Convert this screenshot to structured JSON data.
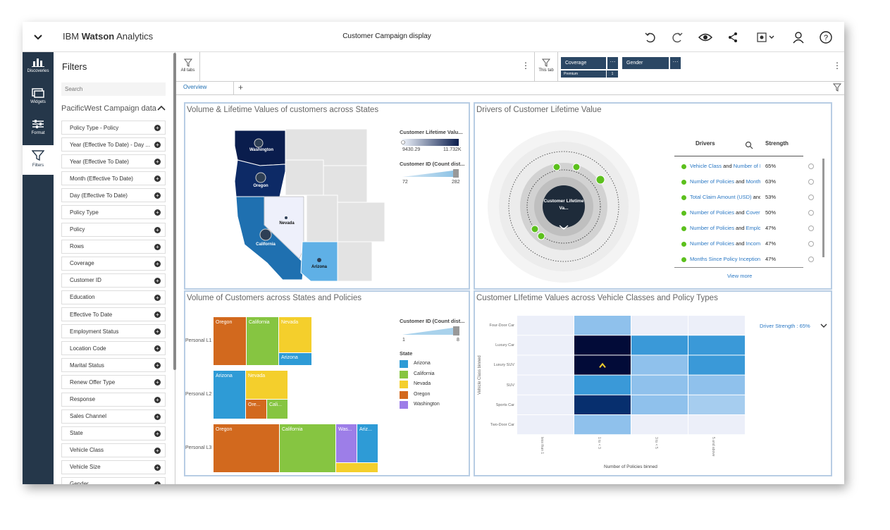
{
  "app": {
    "brand_prefix": "IBM",
    "brand_name": "Watson",
    "brand_suffix": "Analytics",
    "title": "Customer Campaign display"
  },
  "nav": {
    "items": [
      {
        "label": "Discoveries",
        "icon": "bar-chart-icon"
      },
      {
        "label": "Widgets",
        "icon": "widgets-icon"
      },
      {
        "label": "Format",
        "icon": "sliders-icon"
      },
      {
        "label": "Filters",
        "icon": "filter-icon"
      }
    ]
  },
  "filters": {
    "title": "Filters",
    "search_placeholder": "Search",
    "data_source": "PacificWest Campaign data",
    "fields": [
      "Policy Type - Policy",
      "Year (Effective To Date) - Day ...",
      "Year (Effective To Date)",
      "Month (Effective To Date)",
      "Day (Effective To Date)",
      "Policy Type",
      "Policy",
      "Rows",
      "Coverage",
      "Customer ID",
      "Education",
      "Effective To Date",
      "Employment Status",
      "Location Code",
      "Marital Status",
      "Renew Offer Type",
      "Response",
      "Sales Channel",
      "State",
      "Vehicle Class",
      "Vehicle Size",
      "Gender"
    ]
  },
  "filter_bar": {
    "all_tabs": "All tabs",
    "this_tab": "This tab",
    "chip_coverage": "Coverage",
    "chip_coverage_value": "Premium",
    "chip_coverage_count": "1",
    "chip_gender": "Gender",
    "more": "···"
  },
  "tabs": {
    "overview": "Overview",
    "add": "+"
  },
  "colors": {
    "nav_bg": "#25374a",
    "chip_bg": "#2b4764",
    "panel_border": "#b8cde4",
    "accent_green": "#5cc01d",
    "link_blue": "#2a78c4"
  },
  "map_panel": {
    "title": "Volume & Lifetime Values of customers across States",
    "legend1_title": "Customer Lifetime Valu...",
    "legend1_min": "9430.29",
    "legend1_max": "11.732K",
    "legend2_title": "Customer ID (Count dist...",
    "legend2_min": "72",
    "legend2_max": "282",
    "states": [
      "Washington",
      "Oregon",
      "California",
      "Nevada",
      "Arizona"
    ]
  },
  "drivers_panel": {
    "title": "Drivers of Customer Lifetime Value",
    "center_label": "Customer Lifetime Va...",
    "col_drivers": "Drivers",
    "col_strength": "Strength",
    "rows": [
      {
        "a": "Vehicle Class",
        "mid": "and",
        "b": "Number of P",
        "pct": "65%"
      },
      {
        "a": "Number of Policies",
        "mid": "and",
        "b": "Month",
        "pct": "63%"
      },
      {
        "a": "Total Claim Amount (USD)",
        "mid": "and",
        "b": "",
        "pct": "53%"
      },
      {
        "a": "Number of Policies",
        "mid": "and",
        "b": "Cover",
        "pct": "50%"
      },
      {
        "a": "Number of Policies",
        "mid": "and",
        "b": "Emplo",
        "pct": "47%"
      },
      {
        "a": "Number of Policies",
        "mid": "and",
        "b": "Incom",
        "pct": "47%"
      },
      {
        "a": "Months Since Policy Inception",
        "mid": "",
        "b": "",
        "pct": "47%"
      }
    ],
    "view_more": "View more"
  },
  "treemap_panel": {
    "title": "Volume of Customers across States and Policies",
    "legend_title": "Customer ID (Count dist...",
    "legend_min": "1",
    "legend_max": "8",
    "state_title": "State",
    "states": [
      {
        "name": "Arizona",
        "color": "#2e9bd6"
      },
      {
        "name": "California",
        "color": "#86c541"
      },
      {
        "name": "Nevada",
        "color": "#f4cf2c"
      },
      {
        "name": "Oregon",
        "color": "#d2691e"
      },
      {
        "name": "Washington",
        "color": "#9d7ee8"
      }
    ],
    "rows": [
      {
        "label": "Personal L1",
        "cells": [
          "Oregon",
          "California",
          "Nevada",
          "Arizona"
        ]
      },
      {
        "label": "Personal L2",
        "cells": [
          "Arizona",
          "Nevada",
          "Ore...",
          "Cali..."
        ]
      },
      {
        "label": "Personal L3",
        "cells": [
          "Oregon",
          "California",
          "Was...",
          "Ariz..."
        ]
      }
    ]
  },
  "heatmap_panel": {
    "title": "Customer LIfetime Values across Vehicle Classes and Policy Types",
    "driver_strength": "Driver Strength : 65%",
    "y_title": "Vehicle Class binned",
    "x_title": "Number of Policies binned",
    "y_labels": [
      "Four-Door Car",
      "Luxury Car",
      "Luxury SUV",
      "SUV",
      "Sports Car",
      "Two-Door Car"
    ],
    "x_labels": [
      "less than 1",
      "1 to < 3",
      "3 to < 5",
      "5 and above"
    ],
    "values": [
      [
        0,
        2,
        0,
        0
      ],
      [
        0,
        5,
        3,
        3
      ],
      [
        0,
        5,
        2,
        3
      ],
      [
        0,
        3,
        2,
        2
      ],
      [
        0,
        4,
        2,
        1
      ],
      [
        0,
        2,
        0,
        0
      ]
    ]
  }
}
